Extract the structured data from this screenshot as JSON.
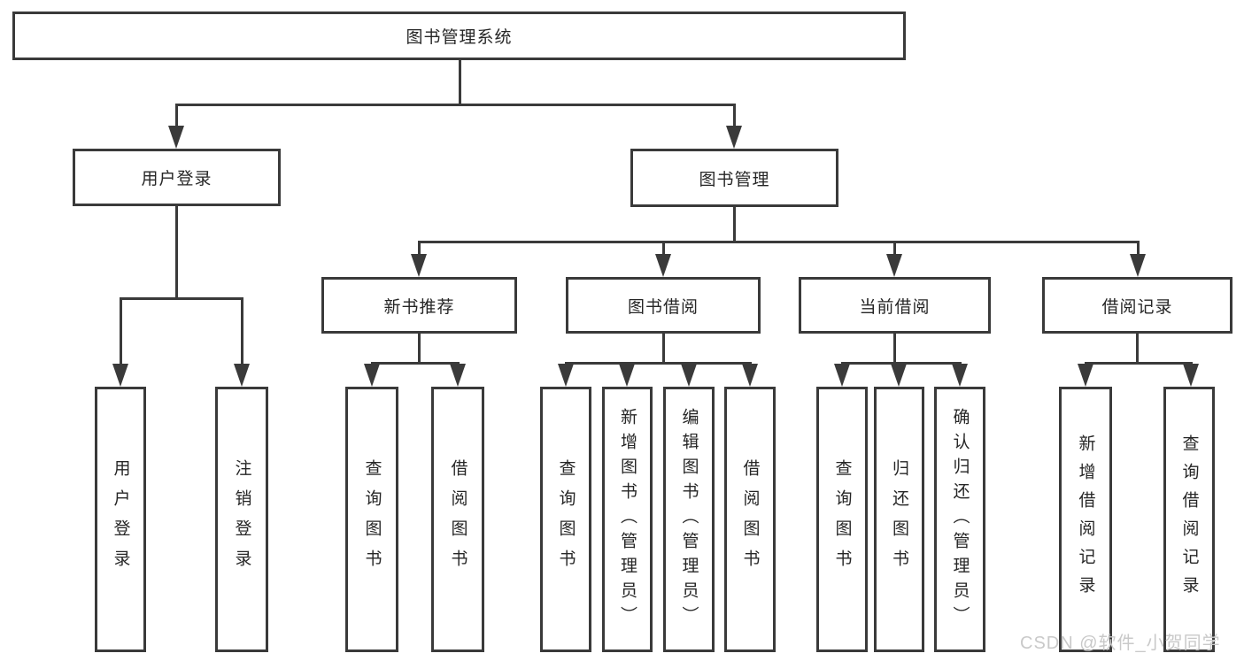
{
  "diagram": {
    "title": "图书管理系统",
    "login": {
      "label": "用户登录",
      "children": [
        "用户登录",
        "注销登录"
      ]
    },
    "management": {
      "label": "图书管理",
      "groups": [
        {
          "label": "新书推荐",
          "children": [
            "查询图书",
            "借阅图书"
          ]
        },
        {
          "label": "图书借阅",
          "children": [
            "查询图书",
            "新增图书（管理员）",
            "编辑图书（管理员）",
            "借阅图书"
          ]
        },
        {
          "label": "当前借阅",
          "children": [
            "查询图书",
            "归还图书",
            "确认归还（管理员）"
          ]
        },
        {
          "label": "借阅记录",
          "children": [
            "新增借阅记录",
            "查询借阅记录"
          ]
        }
      ]
    }
  },
  "watermark": {
    "text": "CSDN @软件_小贺同学",
    "color": "#c9c9c9"
  },
  "colors": {
    "line": "#3a3a3a",
    "text": "#262626",
    "background": "#ffffff"
  }
}
